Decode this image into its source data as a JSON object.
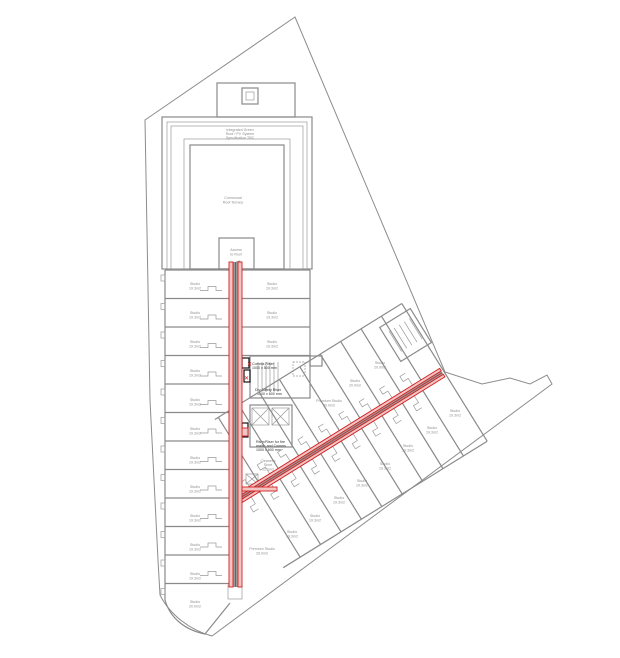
{
  "roof": {
    "green_roof": [
      "Integrated Green",
      "Roof / PV System",
      "Specification TBC"
    ],
    "terrace": [
      "Communal",
      "Roof Terrace"
    ],
    "access": [
      "Access",
      "to Roof"
    ]
  },
  "rooms_left": [
    {
      "name": "Studio",
      "area": "19.3m2"
    },
    {
      "name": "Studio",
      "area": "19.3m2"
    },
    {
      "name": "Studio",
      "area": "19.3m2"
    },
    {
      "name": "Studio",
      "area": "19.3m2"
    },
    {
      "name": "Studio",
      "area": "19.3m2"
    },
    {
      "name": "Studio",
      "area": "19.3m2"
    },
    {
      "name": "Studio",
      "area": "19.3m2"
    },
    {
      "name": "Studio",
      "area": "19.3m2"
    },
    {
      "name": "Studio",
      "area": "19.3m2"
    },
    {
      "name": "Studio",
      "area": "19.3m2"
    },
    {
      "name": "Studio",
      "area": "19.3m2"
    },
    {
      "name": "Studio",
      "area": "20.0m2"
    }
  ],
  "rooms_right": [
    {
      "name": "Studio",
      "area": "19.3m2"
    },
    {
      "name": "Studio",
      "area": "19.3m2"
    },
    {
      "name": "Studio",
      "area": "19.3m2"
    }
  ],
  "wing_rooms": [
    {
      "name": "Studio",
      "area": "20.0m2"
    },
    {
      "name": "Studio",
      "area": "20.0m2"
    },
    {
      "name": "Premium Studio",
      "area": "30.0m2"
    },
    {
      "name": "Studio",
      "area": "19.3m2"
    },
    {
      "name": "Studio",
      "area": "19.3m2"
    },
    {
      "name": "Studio",
      "area": "19.3m2"
    },
    {
      "name": "Studio",
      "area": "19.3m2"
    },
    {
      "name": "Studio",
      "area": "19.3m2"
    },
    {
      "name": "Studio",
      "area": "19.3m2"
    },
    {
      "name": "Studio",
      "area": "19.3m2"
    },
    {
      "name": "Studio",
      "area": "19.3m2"
    },
    {
      "name": "Premium Studio",
      "area": "28.0m2"
    }
  ],
  "core": {
    "cleaners": [
      "Cleaner's",
      "Store",
      "12.1m2"
    ],
    "riser_1": [
      "Comms Riser",
      "1000 x 500 mm"
    ],
    "riser_2": [
      "Dry Safety Riser",
      "1500 x 600 mm"
    ],
    "riser_3": [
      "Riser/Riser for fire",
      "mains and Comms",
      "1000 x 600 mm"
    ]
  },
  "colors": {
    "riser_highlight": "#d32020",
    "walls": "#8a8a8a"
  }
}
